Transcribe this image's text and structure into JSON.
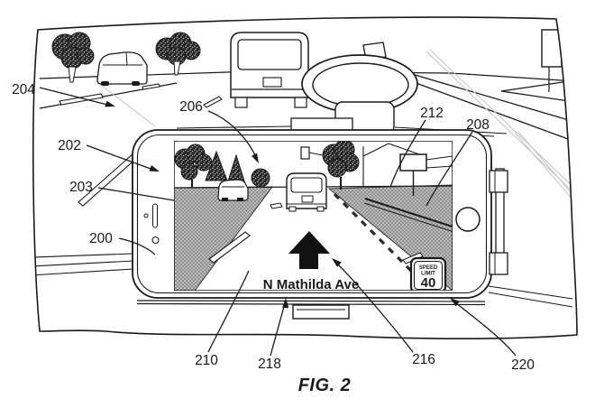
{
  "figure": {
    "caption": "FIG. 2"
  },
  "reference_labels": {
    "l200": "200",
    "l202": "202",
    "l203": "203",
    "l204": "204",
    "l206": "206",
    "l208": "208",
    "l210": "210",
    "l212": "212",
    "l216": "216",
    "l218": "218",
    "l220": "220"
  },
  "phone_screen": {
    "street_name": "N Mathilda Ave",
    "maneuver_arrow": "up-arrow",
    "speed_limit_sign": {
      "line1": "SPEED",
      "line2": "LIMIT",
      "value": "40"
    }
  },
  "colors": {
    "ink": "#1a1a1a",
    "road_gray_light": "#bdbdbd",
    "road_gray_dark": "#8f8f8f",
    "foliage": "#262626",
    "glare": "#c4c4c4",
    "overlay_black": "#111111"
  }
}
